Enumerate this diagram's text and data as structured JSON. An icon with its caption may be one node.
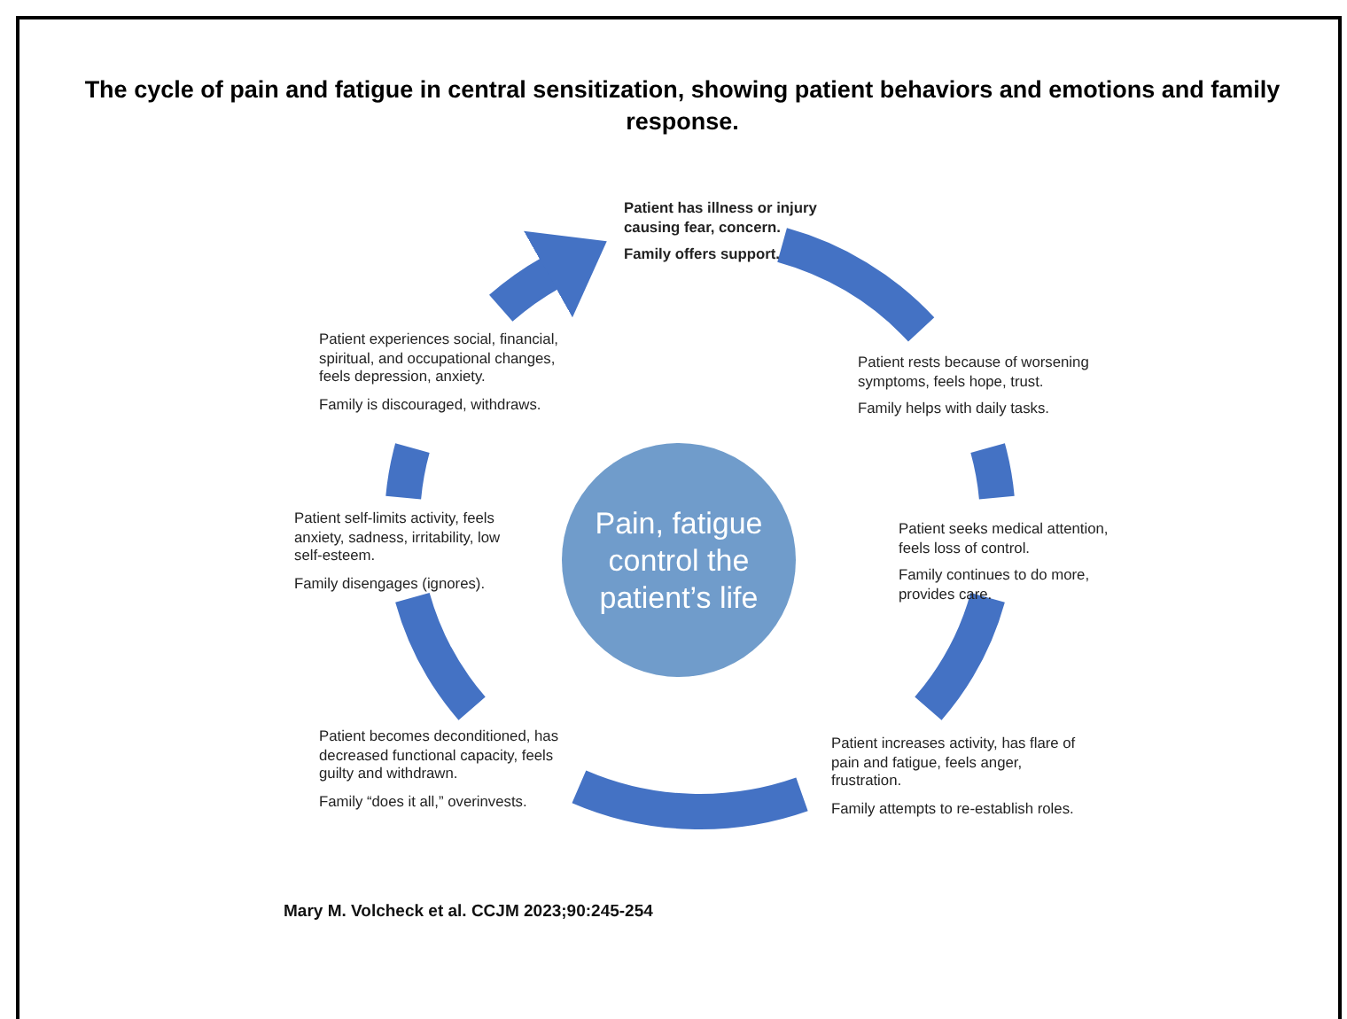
{
  "diagram": {
    "title": "The cycle of pain and fatigue in central sensitization, showing patient behaviors and emotions and family response.",
    "nodes": [
      {
        "text": [
          "Patient has illness or injury causing fear, concern.",
          "Family offers support."
        ]
      },
      {
        "text": [
          "Patient rests because of worsening symptoms, feels hope, trust.",
          "Family helps with daily tasks."
        ]
      },
      {
        "text": [
          "Patient seeks medical attention, feels loss of control.",
          "Family continues to do more, provides care."
        ]
      },
      {
        "text": [
          "Patient increases activity, has flare of pain and fatigue, feels anger, frustration.",
          "Family attempts to re-establish roles."
        ]
      },
      {
        "text": [
          "Patient becomes deconditioned, has decreased functional capacity, feels guilty and withdrawn.",
          "Family “does it all,” overinvests."
        ]
      },
      {
        "text": [
          "Patient self-limits activity, feels anxiety, sadness, irritability, low self-esteem.",
          "Family disengages (ignores)."
        ]
      },
      {
        "text": [
          "Patient experiences social, financial, spiritual, and occupational changes, feels depression, anxiety.",
          "Family is discouraged, withdraws."
        ]
      },
      {
        "text": [
          "Pain, fatigue control the patient’s life"
        ]
      }
    ],
    "edges": [
      {
        "from": 0,
        "to": 1,
        "arrow": "none"
      },
      {
        "from": 1,
        "to": 2,
        "arrow": "none"
      },
      {
        "from": 2,
        "to": 3,
        "arrow": "none"
      },
      {
        "from": 3,
        "to": 4,
        "arrow": "none"
      },
      {
        "from": 4,
        "to": 5,
        "arrow": "none"
      },
      {
        "from": 5,
        "to": 6,
        "arrow": "none"
      },
      {
        "from": 6,
        "to": 0,
        "arrow": "to"
      }
    ],
    "labels": [
      "Mary M. Volcheck et al. CCJM 2023;90:245-254"
    ]
  }
}
